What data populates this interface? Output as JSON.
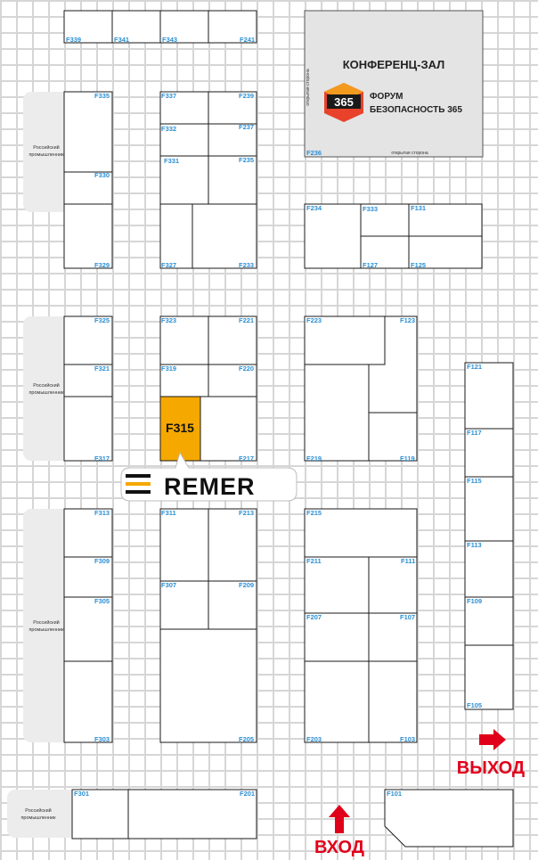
{
  "conference": {
    "title": "КОНФЕРЕНЦ-ЗАЛ",
    "logo_text": "365",
    "forum_line1": "ФОРУМ",
    "forum_line2": "БЕЗОПАСНОСТЬ 365",
    "open_side_bottom": "открытая сторона",
    "open_side_left": "открытая сторона"
  },
  "side_label": "Российский промышленник",
  "highlight": {
    "booth": "F315",
    "exhibitor": "REMER",
    "color": "#f5a800"
  },
  "navigation": {
    "entrance": "ВХОД",
    "exit": "ВЫХОД"
  },
  "booths": [
    "F339",
    "F341",
    "F343",
    "F241",
    "F335",
    "F330",
    "F329",
    "F337",
    "F239",
    "F332",
    "F237",
    "F331",
    "F235",
    "F327",
    "F233",
    "F234",
    "F333",
    "F131",
    "F127",
    "F125",
    "F325",
    "F321",
    "F317",
    "F323",
    "F221",
    "F319",
    "F220",
    "F315",
    "F217",
    "F223",
    "F123",
    "F219",
    "F119",
    "F121",
    "F117",
    "F115",
    "F113",
    "F109",
    "F105",
    "F313",
    "F309",
    "F305",
    "F303",
    "F311",
    "F213",
    "F307",
    "F209",
    "F205",
    "F215",
    "F211",
    "F111",
    "F207",
    "F107",
    "F203",
    "F103",
    "F301",
    "F201",
    "F101",
    "F236"
  ]
}
